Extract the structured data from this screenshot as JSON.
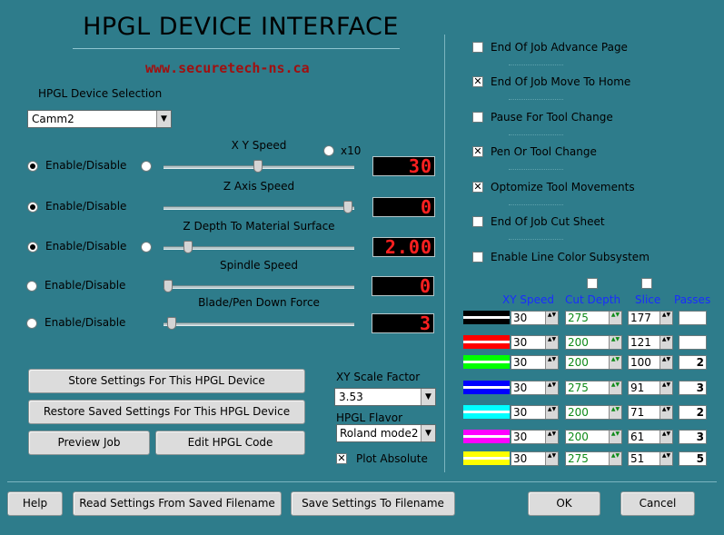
{
  "title": "HPGL DEVICE INTERFACE",
  "url": "www.securetech-ns.ca",
  "device_selection": {
    "label": "HPGL Device Selection",
    "value": "Camm2"
  },
  "x10_label": "x10",
  "sliders": [
    {
      "label": "X Y Speed",
      "enable_label": "Enable/Disable",
      "enabled": true,
      "display": "30",
      "level": 0.5
    },
    {
      "label": "Z Axis Speed",
      "enable_label": "Enable/Disable",
      "enabled": true,
      "display": "0",
      "level": 1.0
    },
    {
      "label": "Z Depth To Material Surface",
      "enable_label": "Enable/Disable",
      "enabled": true,
      "display": "2.00",
      "level": 0.11
    },
    {
      "label": "Spindle Speed",
      "enable_label": "Enable/Disable",
      "enabled": false,
      "display": "0",
      "level": 0.0
    },
    {
      "label": "Blade/Pen Down Force",
      "enable_label": "Enable/Disable",
      "enabled": false,
      "display": "3",
      "level": 0.02
    }
  ],
  "buttons": {
    "store": "Store Settings For This HPGL Device",
    "restore": "Restore Saved Settings For This HPGL Device",
    "preview": "Preview Job",
    "edit": "Edit HPGL Code",
    "help": "Help",
    "read": "Read Settings From Saved Filename",
    "save": "Save Settings To Filename",
    "ok": "OK",
    "cancel": "Cancel"
  },
  "scale": {
    "label": "XY Scale Factor",
    "value": "3.53"
  },
  "flavor": {
    "label": "HPGL Flavor",
    "value": "Roland mode2"
  },
  "plot_absolute": {
    "label": "Plot Absolute",
    "checked": true
  },
  "options": [
    {
      "label": "End Of Job Advance Page",
      "checked": false
    },
    {
      "label": "End Of Job Move To Home",
      "checked": true
    },
    {
      "label": "Pause For Tool Change",
      "checked": false
    },
    {
      "label": "Pen Or Tool Change",
      "checked": true
    },
    {
      "label": "Optomize Tool Movements",
      "checked": true
    },
    {
      "label": "End Of Job Cut Sheet",
      "checked": false
    },
    {
      "label": "Enable Line Color Subsystem",
      "checked": false
    }
  ],
  "table": {
    "headers": [
      "XY Speed",
      "Cut Depth",
      "Slice",
      "Passes"
    ],
    "rows": [
      {
        "color": "#000000",
        "line": "#ffffff",
        "xy": "30",
        "depth": "275",
        "slice": "177",
        "passes": ""
      },
      {
        "color": "#ff0000",
        "line": "#ffffff",
        "xy": "30",
        "depth": "200",
        "slice": "121",
        "passes": ""
      },
      {
        "color": "#00ff00",
        "line": "#ffffff",
        "xy": "30",
        "depth": "200",
        "slice": "100",
        "passes": "2"
      },
      {
        "color": "#0000ff",
        "line": "#ffffff",
        "xy": "30",
        "depth": "275",
        "slice": "91",
        "passes": "3"
      },
      {
        "color": "#00ffff",
        "line": "#ffffff",
        "xy": "30",
        "depth": "200",
        "slice": "71",
        "passes": "2"
      },
      {
        "color": "#ff00ff",
        "line": "#ffffff",
        "xy": "30",
        "depth": "200",
        "slice": "61",
        "passes": "3"
      },
      {
        "color": "#ffff00",
        "line": "#ffffff",
        "xy": "30",
        "depth": "275",
        "slice": "51",
        "passes": "5"
      }
    ]
  },
  "colors": {
    "background": "#2e7c8b",
    "url": "#a01010",
    "lcd_text": "#ff2020",
    "header_text": "#1a2cff",
    "depth_text": "#0d8a17"
  }
}
